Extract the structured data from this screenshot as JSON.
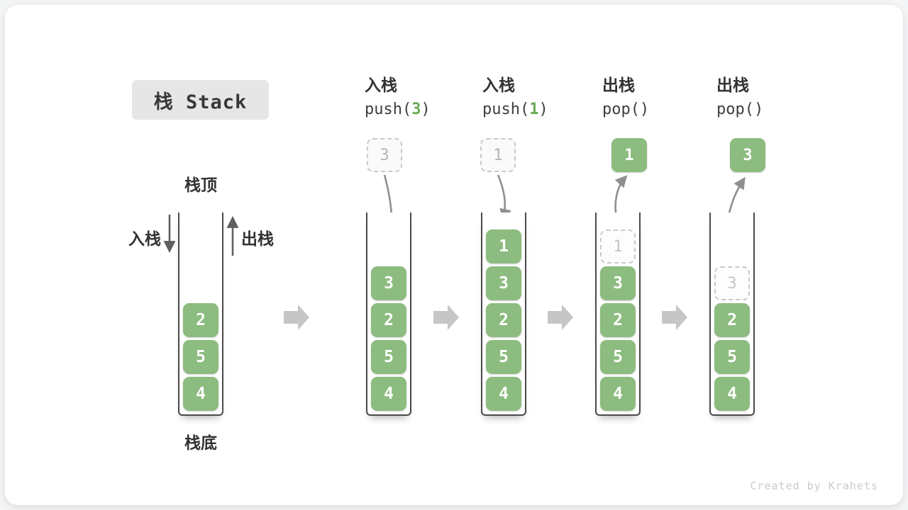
{
  "title": "栈 Stack",
  "side_labels": {
    "top": "栈顶",
    "bottom": "栈底",
    "push": "入栈",
    "pop": "出栈"
  },
  "credit": "Created by Krahets",
  "columns": [
    {
      "blocks": [
        "2",
        "5",
        "4"
      ]
    },
    {
      "label": "入栈",
      "code_pre": "push(",
      "code_arg": "3",
      "code_post": ")",
      "float": "3",
      "blocks": [
        "3",
        "2",
        "5",
        "4"
      ]
    },
    {
      "label": "入栈",
      "code_pre": "push(",
      "code_arg": "1",
      "code_post": ")",
      "float": "1",
      "blocks": [
        "1",
        "3",
        "2",
        "5",
        "4"
      ]
    },
    {
      "label": "出栈",
      "code_pre": "pop(",
      "code_arg": "",
      "code_post": ")",
      "float": "1",
      "ghost": "1",
      "blocks": [
        "3",
        "2",
        "5",
        "4"
      ]
    },
    {
      "label": "出栈",
      "code_pre": "pop(",
      "code_arg": "",
      "code_post": ")",
      "float": "3",
      "ghost": "3",
      "blocks": [
        "2",
        "5",
        "4"
      ]
    }
  ],
  "colors": {
    "block_green": "#8cbc7f",
    "code_green": "#67ab55",
    "flow_arrow_gray": "#c6c6c6",
    "curve_arrow_gray": "#8f8f8f",
    "wall_dark": "#4a4a4a",
    "title_bg": "#e6e6e6"
  }
}
